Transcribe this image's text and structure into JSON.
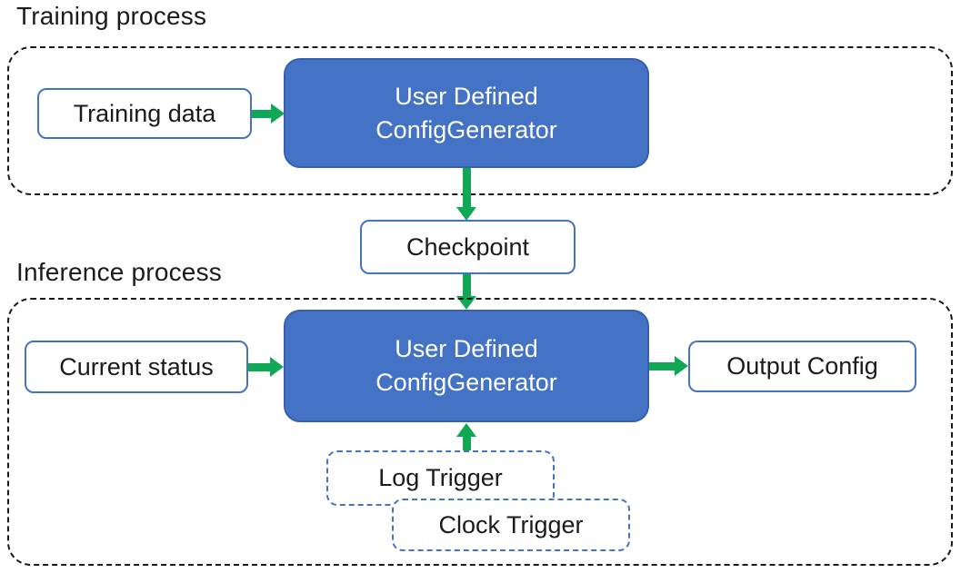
{
  "colors": {
    "accent_blue": "#4472C4",
    "accent_blue_dark": "#3560AE",
    "arrow_green": "#0FA855",
    "dash_black": "#1a1a1a"
  },
  "training": {
    "label": "Training process",
    "input_label": "Training data",
    "generator": {
      "line1": "User Defined",
      "line2": "ConfigGenerator"
    }
  },
  "checkpoint": {
    "label": "Checkpoint"
  },
  "inference": {
    "label": "Inference process",
    "input_label": "Current status",
    "generator": {
      "line1": "User Defined",
      "line2": "ConfigGenerator"
    },
    "output_label": "Output Config",
    "triggers": {
      "log": "Log Trigger",
      "clock": "Clock Trigger"
    }
  }
}
